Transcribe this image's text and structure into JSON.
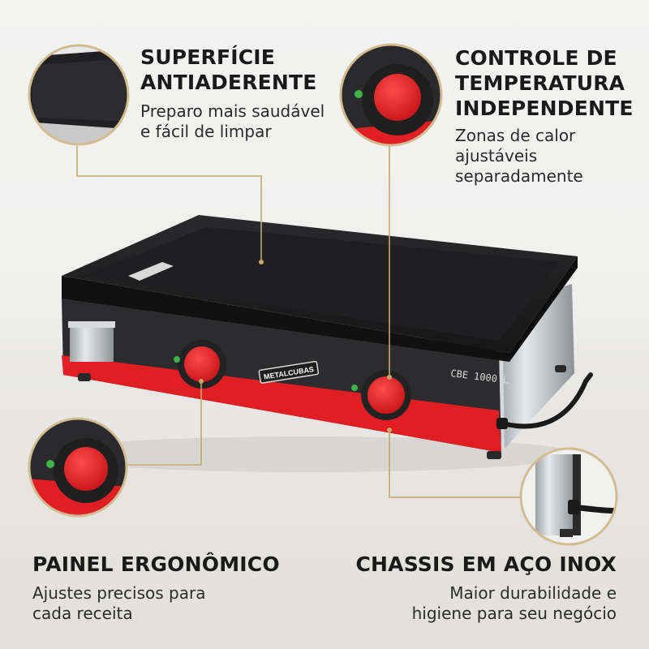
{
  "features": {
    "top_left": {
      "title_lines": [
        "SUPERFÍCIE",
        "ANTIADERENTE"
      ],
      "desc_lines": [
        "Preparo mais saudável",
        "e fácil de limpar"
      ]
    },
    "top_right": {
      "title_lines": [
        "CONTROLE DE",
        "TEMPERATURA",
        "INDEPENDENTE"
      ],
      "desc_lines": [
        "Zonas de calor",
        "ajustáveis",
        "separadamente"
      ]
    },
    "bottom_left": {
      "title_lines": [
        "PAINEL ERGONÔMICO"
      ],
      "desc_lines": [
        "Ajustes precisos para",
        "cada receita"
      ]
    },
    "bottom_right": {
      "title_lines": [
        "CHASSIS EM AÇO INOX"
      ],
      "desc_lines": [
        "Maior durabilidade e",
        "higiene para seu negócio"
      ]
    }
  },
  "product": {
    "brand": "METALCUBAS",
    "model": "CBE 1000 L"
  },
  "colors": {
    "accent_red": "#e01e23",
    "callout_line": "#c5a76b",
    "plate_black": "#1b1b1d",
    "steel": "#bfc3c6",
    "indicator_green": "#3bb54a"
  }
}
